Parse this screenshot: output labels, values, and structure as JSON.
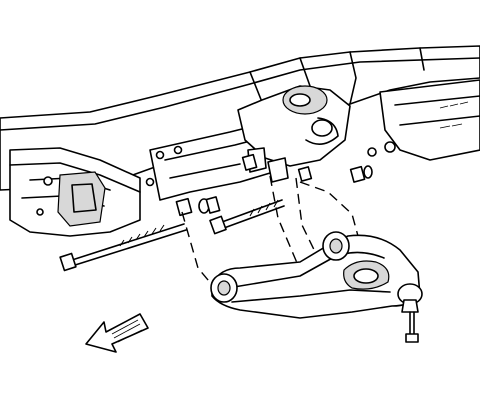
{
  "figure": {
    "subject": "front-suspension-lower-control-arm-installation",
    "icons": [
      "frame-rail",
      "frame-crossmember",
      "bolt",
      "nut",
      "lower-control-arm",
      "ball-joint",
      "bushing",
      "front-direction-arrow"
    ],
    "line_color": "#000000",
    "background_color": "#ffffff"
  }
}
